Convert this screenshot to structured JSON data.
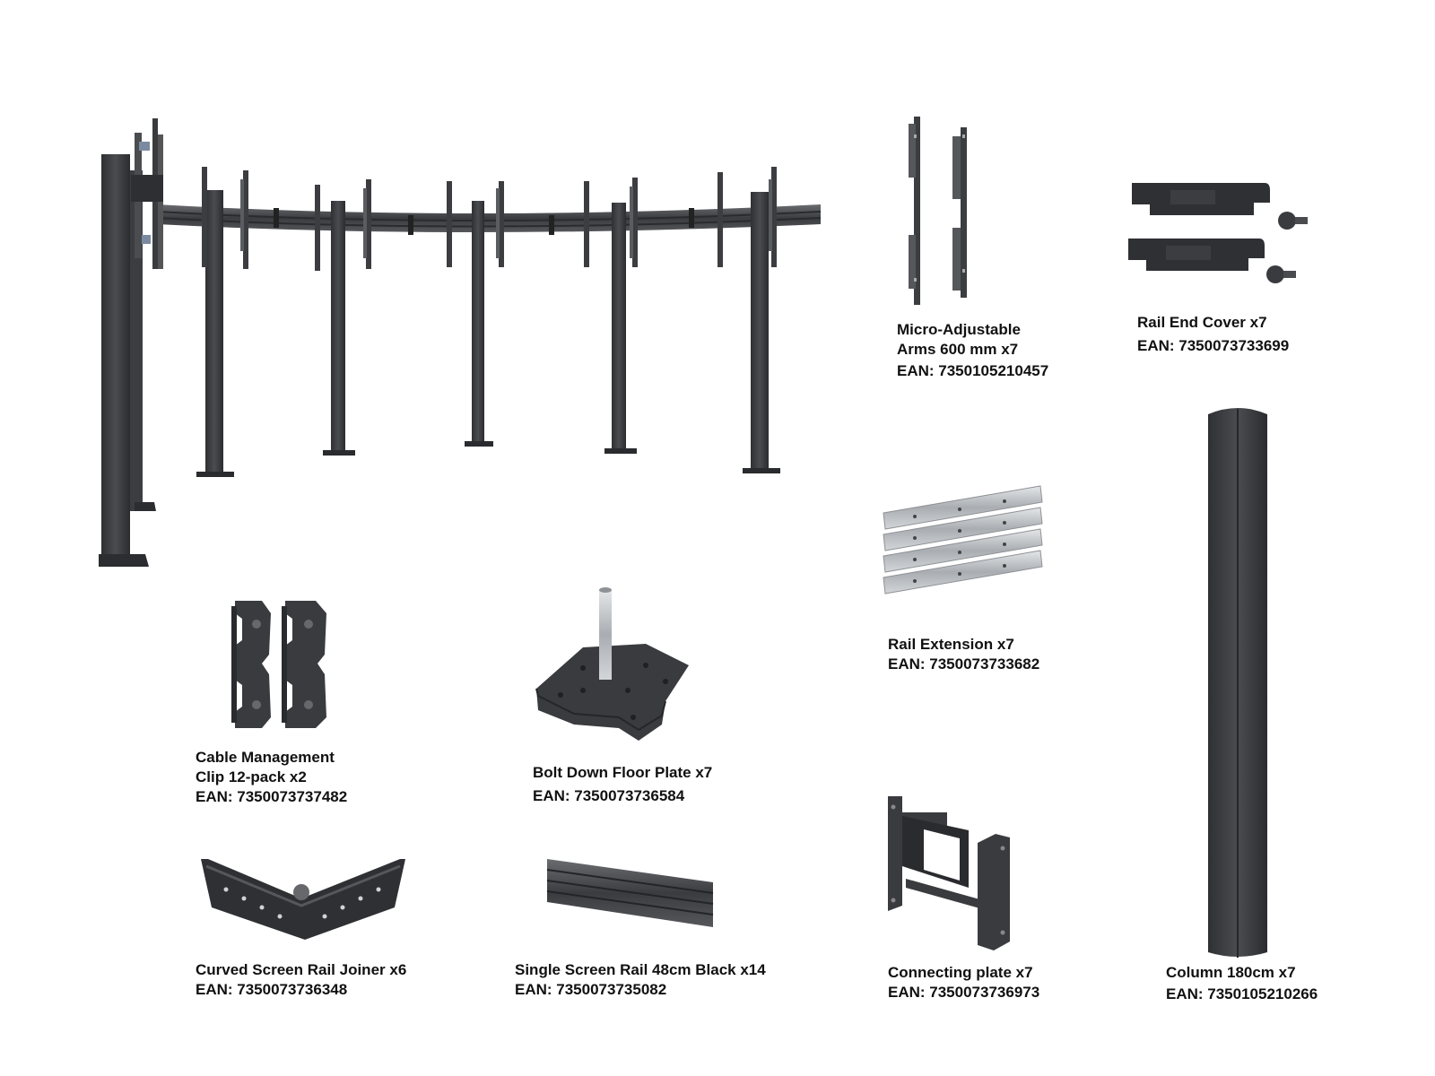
{
  "colors": {
    "metal_dark": "#3a3b3e",
    "metal_mid": "#55575b",
    "metal_light": "#6b6d71",
    "silver": "#b9bcc0",
    "text": "#111111",
    "background": "#ffffff"
  },
  "parts": {
    "arms": {
      "name_line1": "Micro-Adjustable",
      "name_line2": "Arms 600 mm x7",
      "ean": "EAN: 7350105210457"
    },
    "end_cover": {
      "name": "Rail End Cover x7",
      "ean": "EAN: 7350073733699"
    },
    "rail_extension": {
      "name": "Rail Extension x7",
      "ean": "EAN: 7350073733682"
    },
    "cable_clip": {
      "name_line1": "Cable Management",
      "name_line2": "Clip 12-pack x2",
      "ean": "EAN: 7350073737482"
    },
    "floor_plate": {
      "name": "Bolt Down Floor Plate x7",
      "ean": "EAN: 7350073736584"
    },
    "curved_joiner": {
      "name": "Curved Screen Rail Joiner x6",
      "ean": "EAN: 7350073736348"
    },
    "single_rail": {
      "name": "Single Screen Rail 48cm Black x14",
      "ean": "EAN: 7350073735082"
    },
    "connecting_plate": {
      "name": "Connecting plate x7",
      "ean": "EAN: 7350073736973"
    },
    "column": {
      "name": "Column 180cm x7",
      "ean": "EAN: 7350105210266"
    }
  }
}
